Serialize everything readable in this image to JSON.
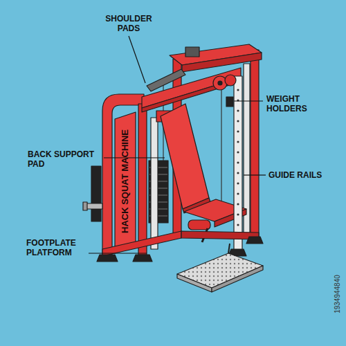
{
  "diagram": {
    "labels": [
      "SHOULDER PADS",
      "WEIGHT HOLDERS",
      "BACK SUPPORT PAD",
      "GUIDE RAILS",
      "FOOTPLATE PLATFORM",
      "HACK SQUAT MACHINE",
      "1934944840"
    ]
  }
}
